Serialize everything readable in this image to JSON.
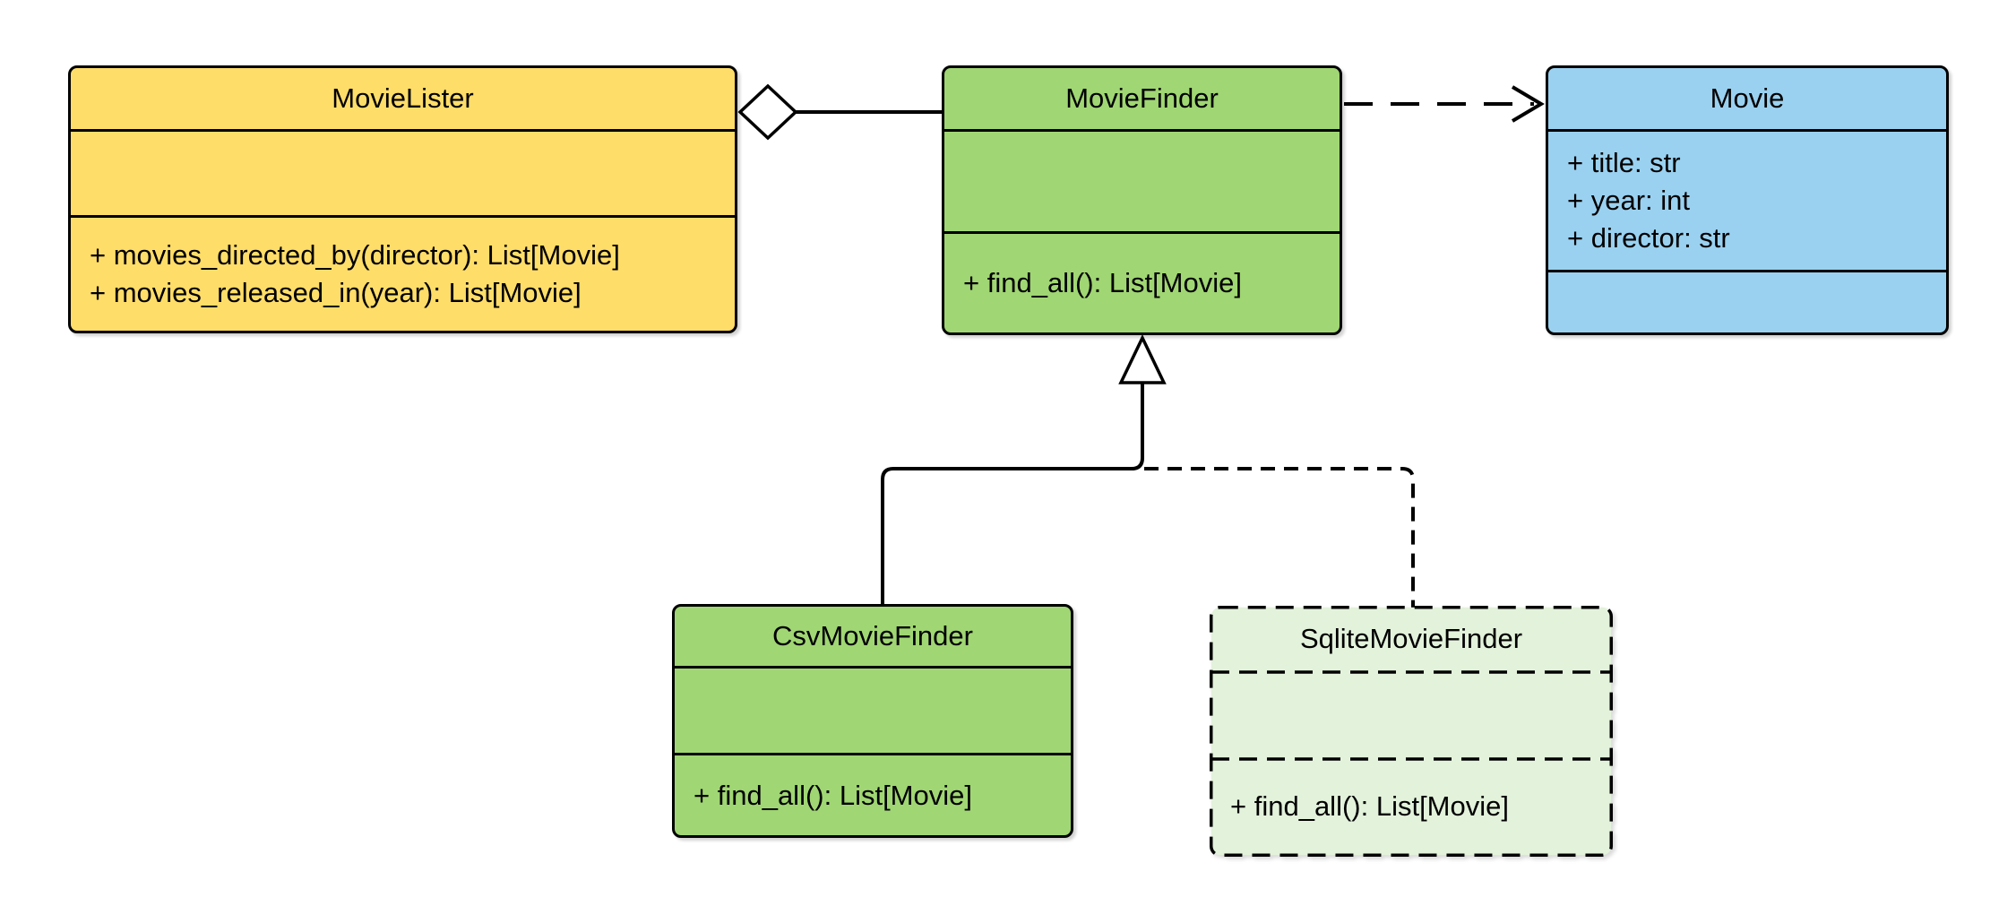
{
  "diagram": {
    "type": "uml-class-diagram",
    "background_color": "#ffffff",
    "stroke_color": "#000000",
    "colors": {
      "yellow_fill": "#FFDD69",
      "green_fill": "#A0D673",
      "blue_fill": "#9AD1F0",
      "pale_green_fill": "#E3F2DB"
    },
    "classes": [
      {
        "name": "MovieLister",
        "fill": "#FFDD69",
        "border_style": "solid",
        "attributes": [],
        "methods": [
          "+ movies_directed_by(director): List[Movie]",
          "+ movies_released_in(year): List[Movie]"
        ]
      },
      {
        "name": "MovieFinder",
        "fill": "#A0D673",
        "border_style": "solid",
        "attributes": [],
        "methods": [
          "+ find_all(): List[Movie]"
        ]
      },
      {
        "name": "Movie",
        "fill": "#9AD1F0",
        "border_style": "solid",
        "attributes": [
          "+ title: str",
          "+ year: int",
          "+ director: str"
        ],
        "methods": []
      },
      {
        "name": "CsvMovieFinder",
        "fill": "#A0D673",
        "border_style": "solid",
        "attributes": [],
        "methods": [
          "+ find_all(): List[Movie]"
        ]
      },
      {
        "name": "SqliteMovieFinder",
        "fill": "#E3F2DB",
        "border_style": "dashed",
        "attributes": [],
        "methods": [
          "+ find_all(): List[Movie]"
        ]
      }
    ],
    "relationships": [
      {
        "type": "aggregation",
        "from": "MovieLister",
        "to": "MovieFinder",
        "line": "solid",
        "marker": "hollow-diamond"
      },
      {
        "type": "dependency",
        "from": "MovieFinder",
        "to": "Movie",
        "line": "dashed",
        "marker": "open-arrow"
      },
      {
        "type": "inheritance",
        "from": "CsvMovieFinder",
        "to": "MovieFinder",
        "line": "solid",
        "marker": "hollow-triangle"
      },
      {
        "type": "inheritance",
        "from": "SqliteMovieFinder",
        "to": "MovieFinder",
        "line": "dashed",
        "marker": "hollow-triangle"
      }
    ]
  }
}
